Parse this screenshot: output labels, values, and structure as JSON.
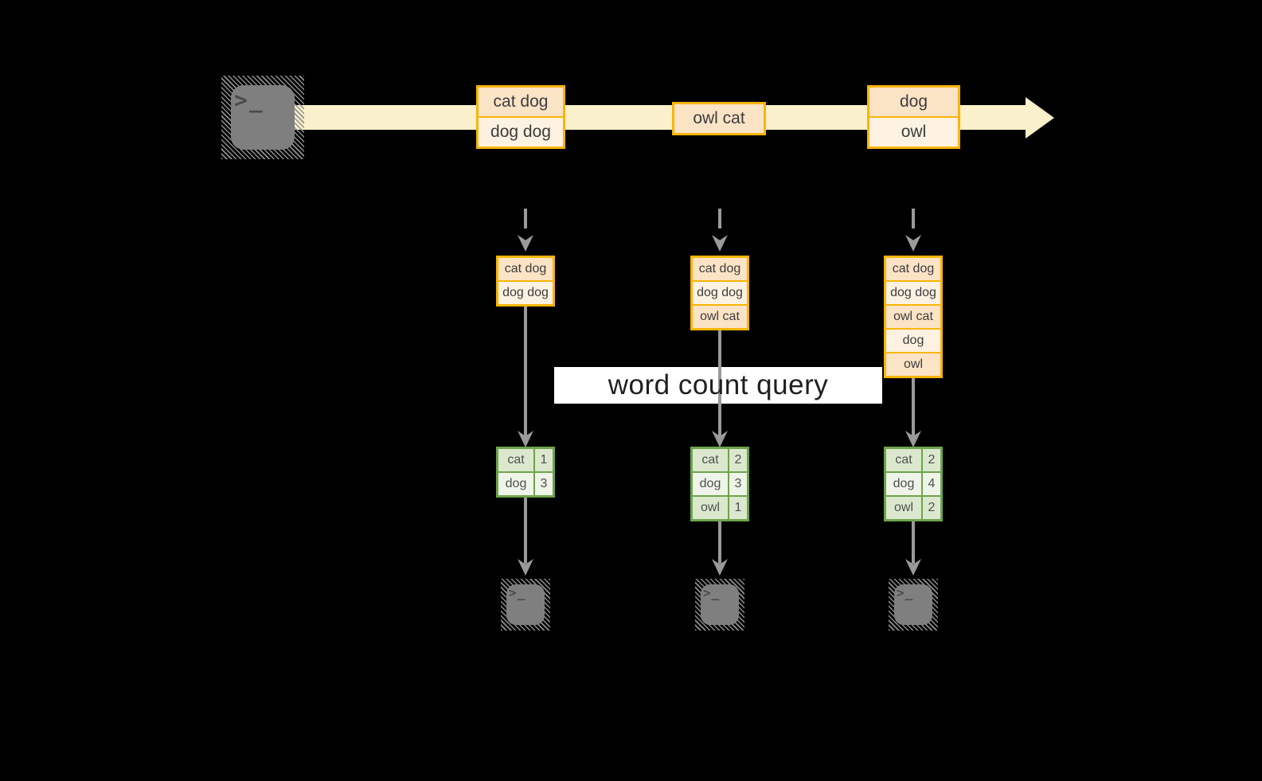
{
  "colors": {
    "background": "#000000",
    "stream_band": "#faf0cb",
    "record_border": "#f9b506",
    "record_fill_peach": "#fbe3c6",
    "record_fill_cream": "#fdf2e2",
    "table_border_green": "#6ea44c",
    "table_fill_dark": "#dce8ce",
    "table_fill_light": "#eff4e9",
    "connector_gray": "#9a9a9a",
    "terminal_gray": "#7f7f7f",
    "query_box_bg": "#ffffff"
  },
  "terminal_glyph": ">_",
  "stream": {
    "batches": [
      {
        "lines": [
          "cat dog",
          "dog dog"
        ]
      },
      {
        "lines": [
          "owl cat"
        ]
      },
      {
        "lines": [
          "dog",
          "owl"
        ]
      }
    ]
  },
  "query_label": "word count query",
  "columns": [
    {
      "buffer": [
        "cat dog",
        "dog dog"
      ],
      "counts": [
        {
          "word": "cat",
          "count": "1"
        },
        {
          "word": "dog",
          "count": "3"
        }
      ]
    },
    {
      "buffer": [
        "cat dog",
        "dog dog",
        "owl cat"
      ],
      "counts": [
        {
          "word": "cat",
          "count": "2"
        },
        {
          "word": "dog",
          "count": "3"
        },
        {
          "word": "owl",
          "count": "1"
        }
      ]
    },
    {
      "buffer": [
        "cat dog",
        "dog dog",
        "owl cat",
        "dog",
        "owl"
      ],
      "counts": [
        {
          "word": "cat",
          "count": "2"
        },
        {
          "word": "dog",
          "count": "4"
        },
        {
          "word": "owl",
          "count": "2"
        }
      ]
    }
  ]
}
